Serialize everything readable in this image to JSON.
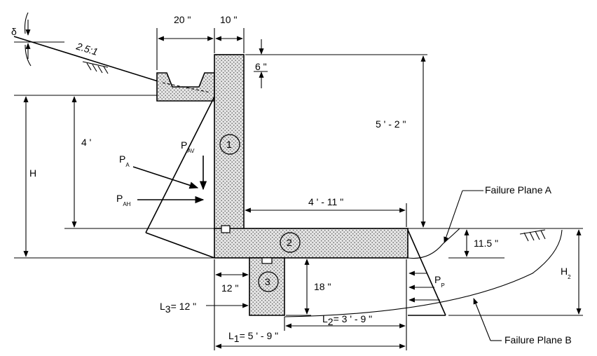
{
  "labels": {
    "delta": "δ",
    "slope": "2.5:1",
    "dim_20": "20 \"",
    "dim_10": "10 \"",
    "dim_6": "6 \"",
    "dim_5_2": "5 ' - 2 \"",
    "dim_4": "4 '",
    "H": "H",
    "P": "P",
    "sub_A": "A",
    "sub_AV": "AV",
    "sub_AH": "AH",
    "sub_P": "P",
    "circle_1": "1",
    "circle_2": "2",
    "circle_3": "3",
    "dim_4_11": "4 ' - 11 \"",
    "failure_a": "Failure Plane A",
    "failure_b": "Failure Plane B",
    "dim_11_5": "11.5 \"",
    "H2": "H",
    "sub_2": "2",
    "dim_12": "12 \"",
    "dim_18": "18 \"",
    "L3": "L",
    "L3_sub": "3",
    "L3_val": "= 12 \"",
    "L2": "L",
    "L2_sub": "2",
    "L2_val": "= 3 ' - 9 \"",
    "L1": "L",
    "L1_sub": "1",
    "L1_val": "= 5 ' - 9 \""
  }
}
